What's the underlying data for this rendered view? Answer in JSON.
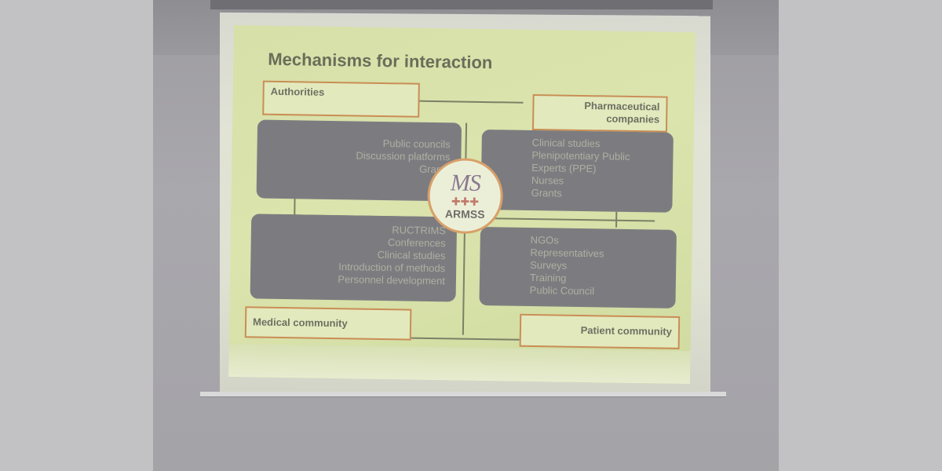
{
  "slide": {
    "title": "Mechanisms for interaction",
    "logo": {
      "mark": "MS",
      "name": "ARMSS"
    },
    "quadrants": {
      "authorities": {
        "label": "Authorities",
        "items": [
          "Public councils",
          "Discussion platforms",
          "Grants"
        ]
      },
      "pharma": {
        "label_line1": "Pharmaceutical",
        "label_line2": "companies",
        "items": [
          "Clinical studies",
          "Plenipotentiary Public",
          "Experts (PPE)",
          "Nurses",
          "Grants"
        ]
      },
      "medical": {
        "label": "Medical community",
        "items": [
          "RUCTRIMS",
          "Conferences",
          "Clinical studies",
          "Introduction of methods",
          "Personnel development"
        ]
      },
      "patient": {
        "label": "Patient community",
        "items": [
          "NGOs",
          "Representatives",
          "Surveys",
          "Training",
          "Public Council"
        ]
      }
    }
  },
  "colors": {
    "slide_bg": "#d6e0a8",
    "panel": "#7c7c80",
    "accent_border": "#c98d55"
  }
}
